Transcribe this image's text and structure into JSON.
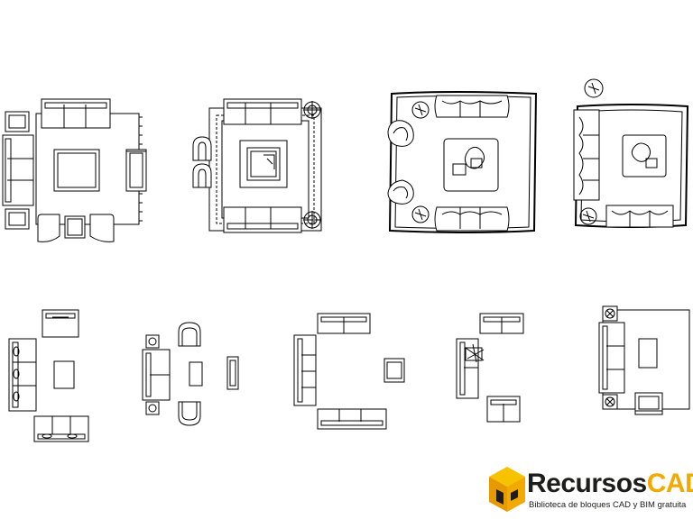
{
  "watermark": {
    "title_part1": "Recursos",
    "title_part2": "CAD",
    "subtitle": "Biblioteca de bloques CAD y BIM gratuita",
    "accent_color": "#f2a900",
    "text_color": "#1d1d1b",
    "logo_icon": "cube-logo-icon"
  }
}
